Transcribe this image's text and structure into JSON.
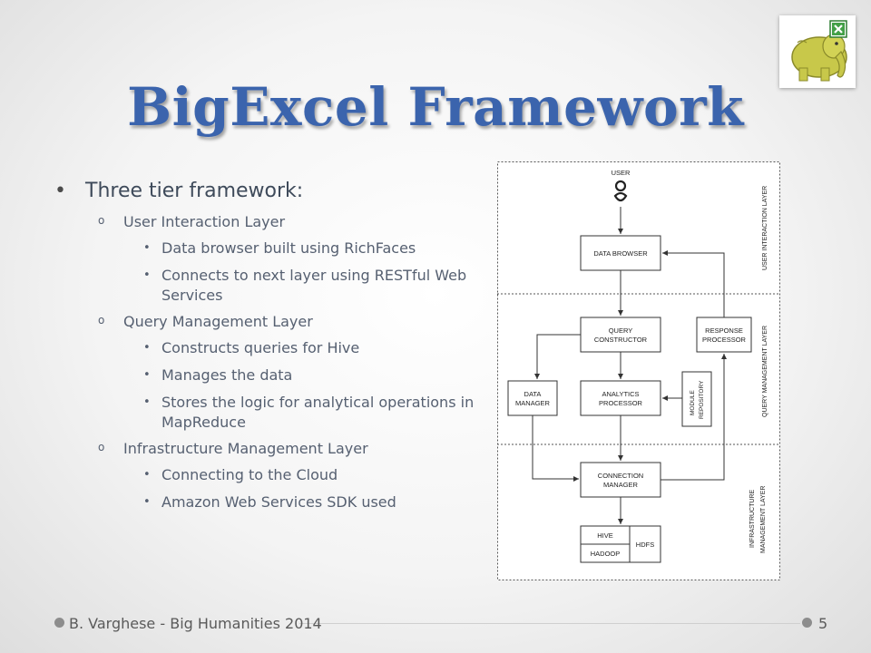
{
  "slide": {
    "title": "BigExcel Framework",
    "footer_left": "B. Varghese - Big Humanities 2014",
    "page_number": "5"
  },
  "bullets": {
    "main": "Three tier framework:",
    "sections": [
      {
        "title": "User Interaction Layer",
        "items": [
          "Data browser built using RichFaces",
          "Connects to next layer using RESTful Web Services"
        ]
      },
      {
        "title": "Query Management Layer",
        "items": [
          "Constructs queries for Hive",
          "Manages the data",
          "Stores the logic for analytical operations in MapReduce"
        ]
      },
      {
        "title": "Infrastructure Management Layer",
        "items": [
          "Connecting to the Cloud",
          "Amazon Web Services SDK used"
        ]
      }
    ]
  },
  "diagram": {
    "user": "USER",
    "data_browser": "DATA BROWSER",
    "query_constructor": [
      "QUERY",
      "CONSTRUCTOR"
    ],
    "response_processor": [
      "RESPONSE",
      "PROCESSOR"
    ],
    "data_manager": [
      "DATA",
      "MANAGER"
    ],
    "analytics_processor": [
      "ANALYTICS",
      "PROCESSOR"
    ],
    "module_repository": [
      "MODULE",
      "REPOSITORY"
    ],
    "connection_manager": [
      "CONNECTION",
      "MANAGER"
    ],
    "hive": "HIVE",
    "hadoop": "HADOOP",
    "hdfs": "HDFS",
    "layer_user": "USER INTERACTION LAYER",
    "layer_query": "QUERY MANAGEMENT LAYER",
    "layer_infra": [
      "INFRASTRUCTURE",
      "MANAGEMENT LAYER"
    ]
  },
  "colors": {
    "title": "#3b64ad",
    "body_text": "#566071"
  },
  "icons": {
    "logo": "elephant-excel-logo"
  }
}
